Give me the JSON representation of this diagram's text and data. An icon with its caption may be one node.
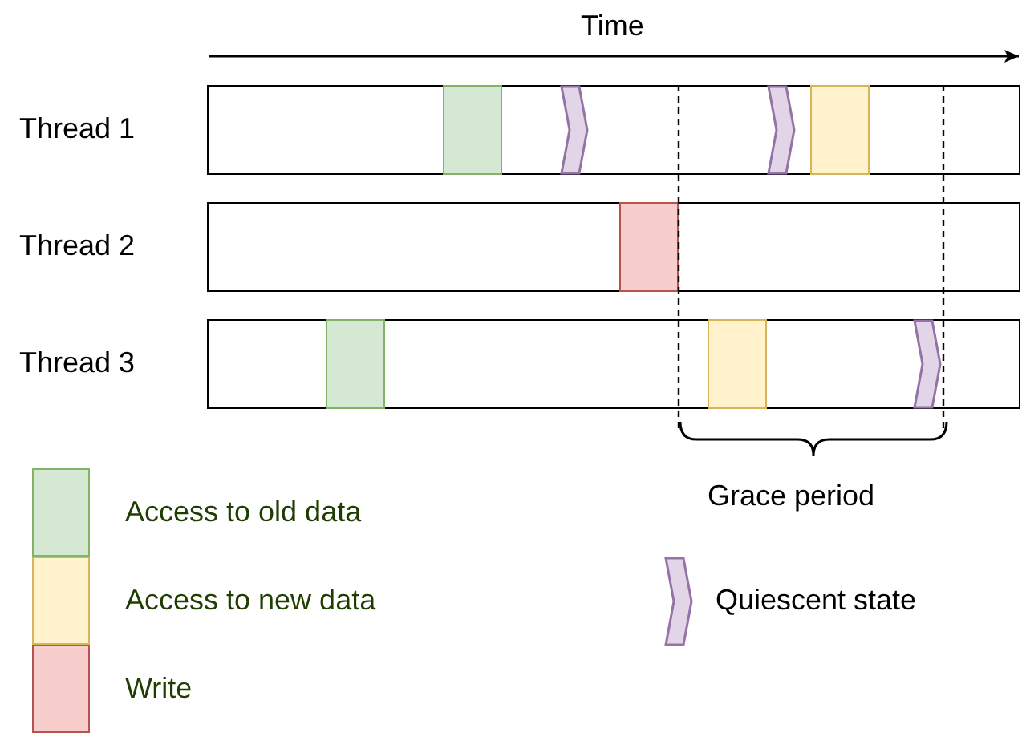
{
  "diagram": {
    "nodes": [
      {
        "text": [
          "Thread 1"
        ]
      },
      {
        "text": [
          "Thread 2"
        ]
      },
      {
        "text": [
          "Thread 3"
        ]
      }
    ],
    "edges": [],
    "labels": [
      "Time",
      "Grace period"
    ],
    "legend": [
      {
        "text": "Access to old data",
        "color": "#d5e8d4"
      },
      {
        "text": "Access to new data",
        "color": "#fff2cc"
      },
      {
        "text": "Write",
        "color": "#f8cecc"
      },
      {
        "text": "Quiescent state"
      }
    ]
  }
}
